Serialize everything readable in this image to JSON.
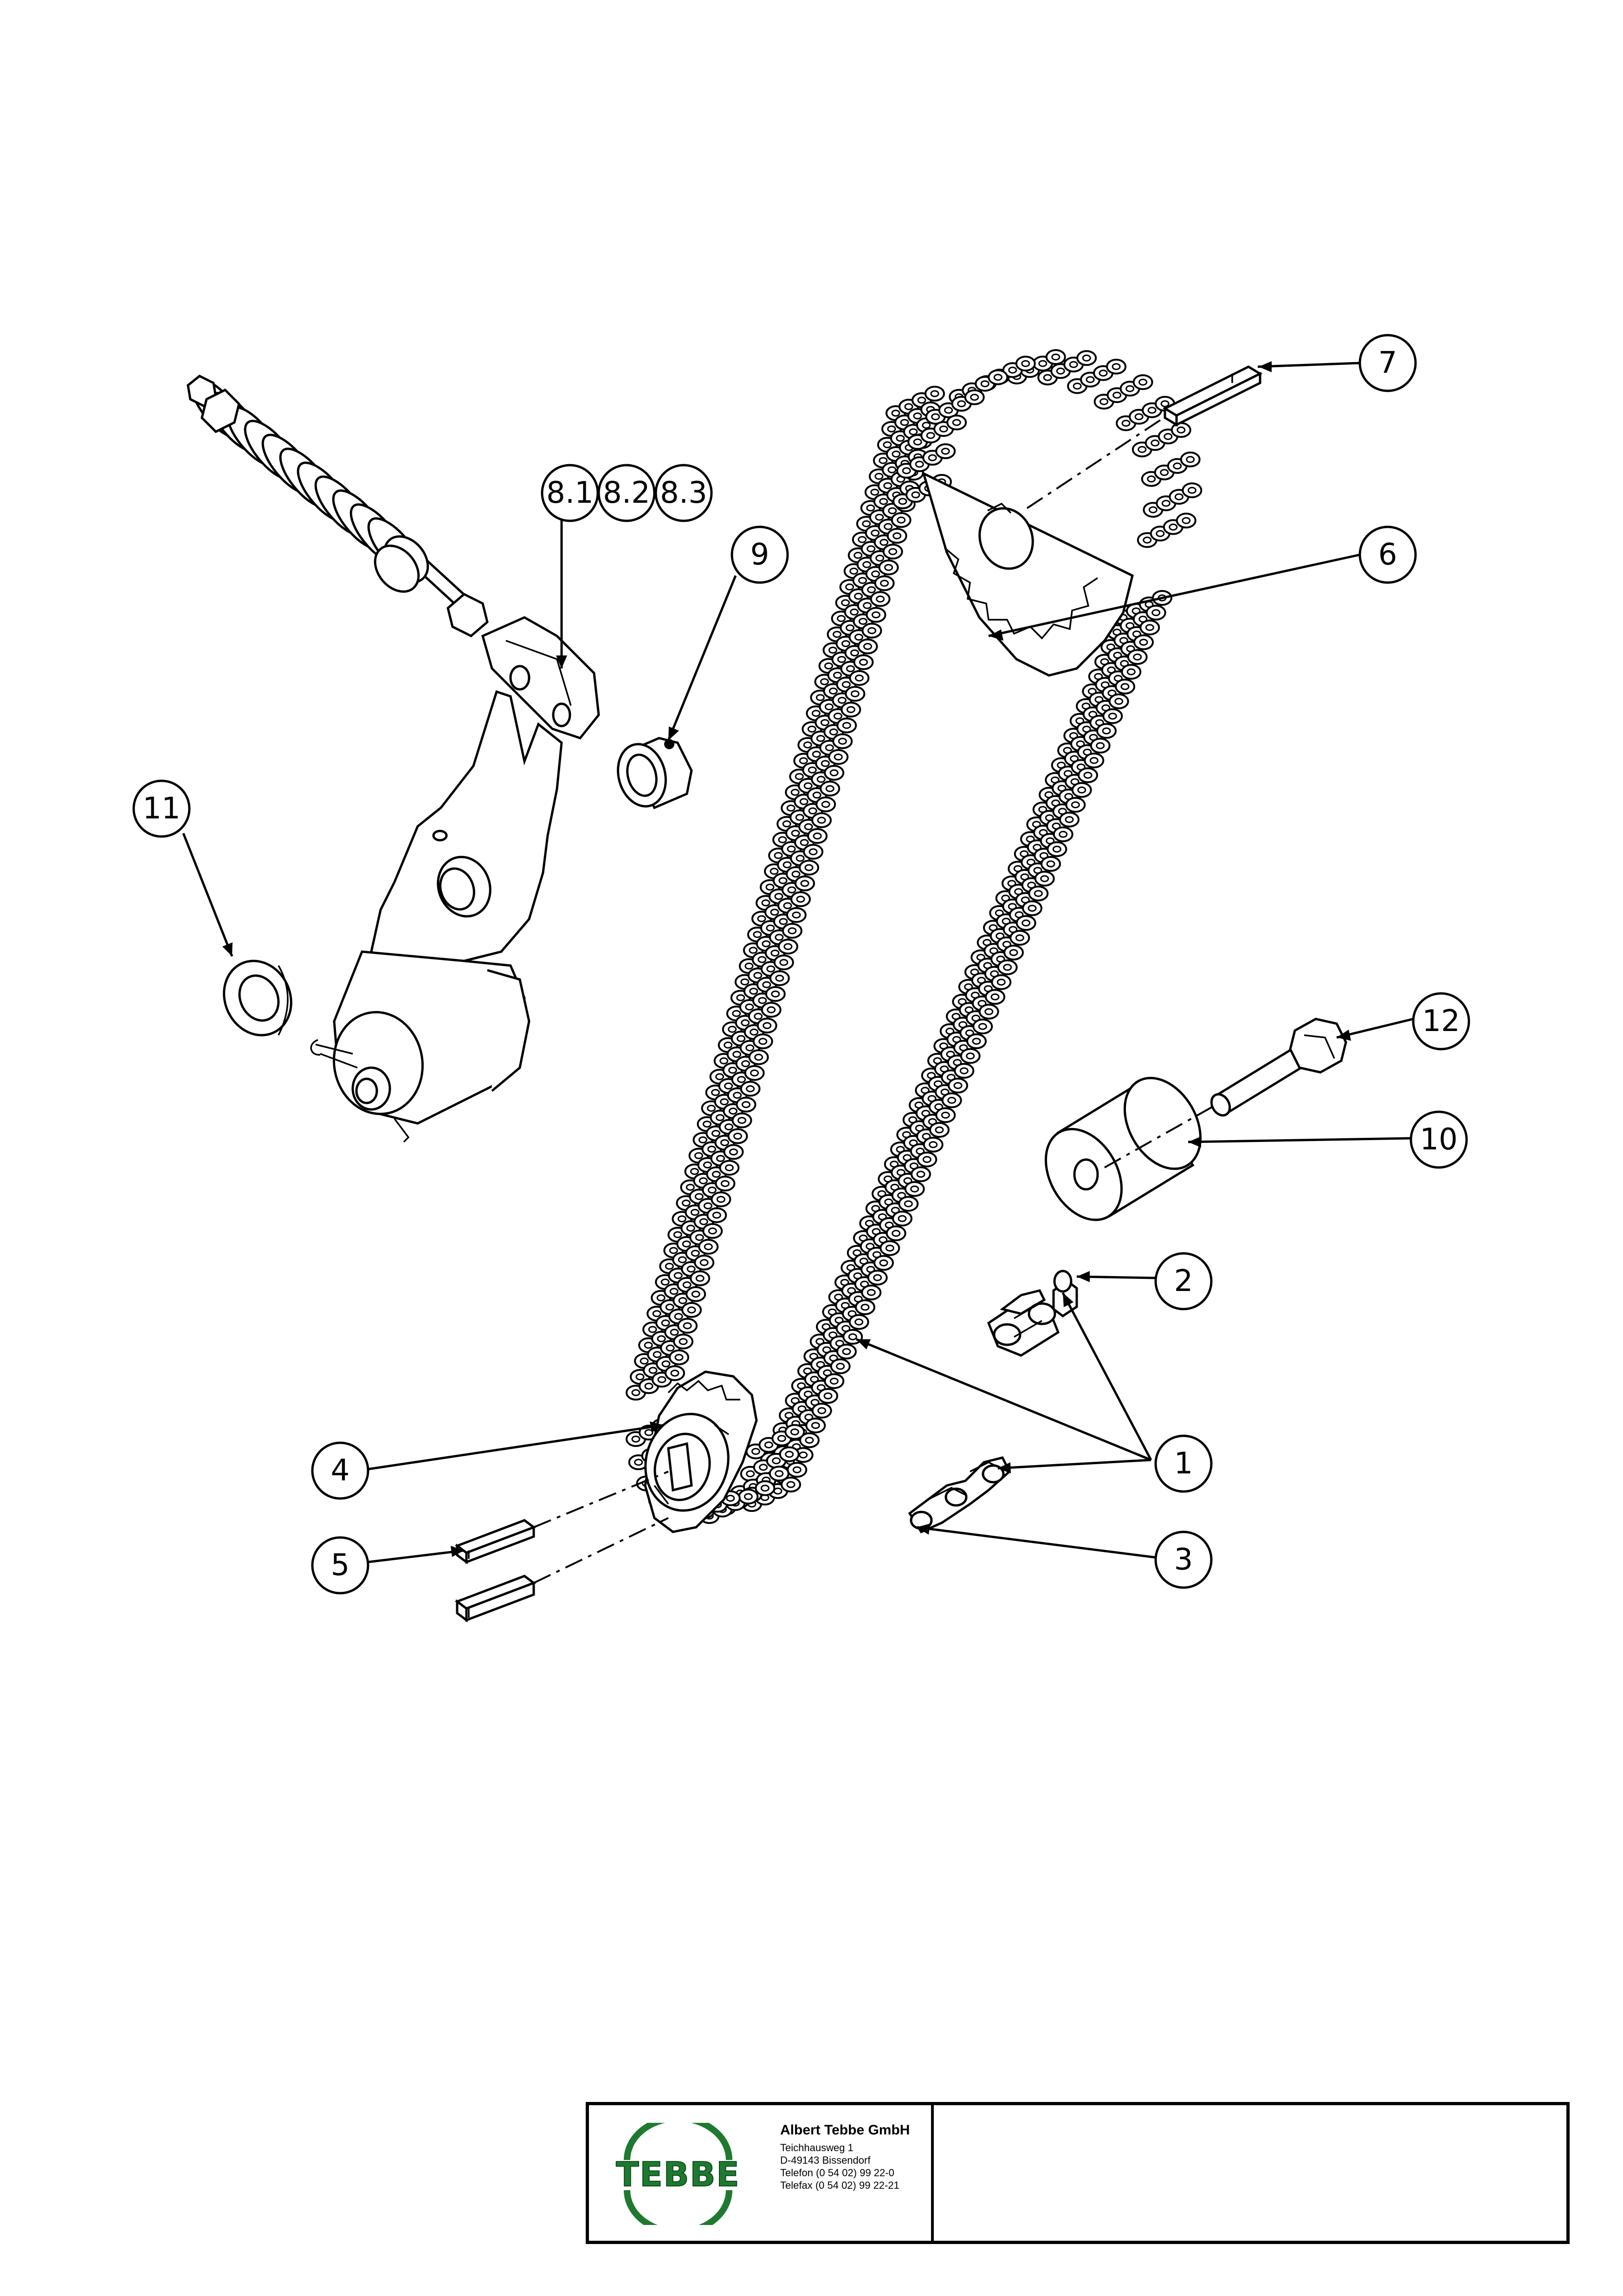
{
  "callouts": [
    {
      "id": "c1",
      "label": "1"
    },
    {
      "id": "c2",
      "label": "2"
    },
    {
      "id": "c3",
      "label": "3"
    },
    {
      "id": "c4",
      "label": "4"
    },
    {
      "id": "c5",
      "label": "5"
    },
    {
      "id": "c6",
      "label": "6"
    },
    {
      "id": "c7",
      "label": "7"
    },
    {
      "id": "c81",
      "label": "8.1"
    },
    {
      "id": "c82",
      "label": "8.2"
    },
    {
      "id": "c83",
      "label": "8.3"
    },
    {
      "id": "c9",
      "label": "9"
    },
    {
      "id": "c10",
      "label": "10"
    },
    {
      "id": "c11",
      "label": "11"
    },
    {
      "id": "c12",
      "label": "12"
    }
  ],
  "title_block": {
    "logo_text": "TEBBE",
    "company_name": "Albert Tebbe GmbH",
    "address_lines": [
      "Teichhausweg 1",
      "D-49143 Bissendorf",
      "Telefon (0 54 02) 99 22-0",
      "Telefax (0 54 02) 99 22-21"
    ]
  },
  "colors": {
    "line": "#000000",
    "logo_green": "#1d7a2e",
    "background": "#ffffff"
  }
}
